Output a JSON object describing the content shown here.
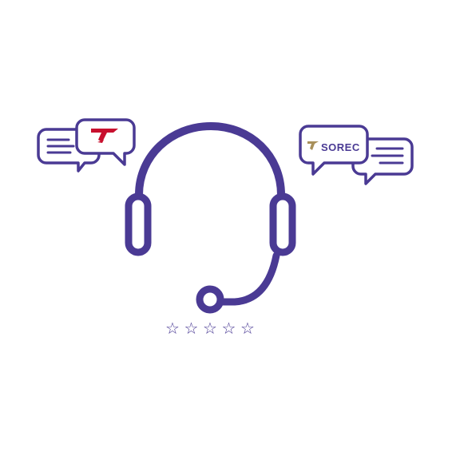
{
  "colors": {
    "primary": "#4a3a94",
    "logo_red": "#c8102e",
    "logo_gold": "#a8905a",
    "background": "#ffffff"
  },
  "left_bubble": {
    "logo_icon": "red-runner-logo-icon"
  },
  "right_bubble": {
    "logo_text": "SOREC",
    "logo_icon": "gold-horse-logo-icon"
  },
  "rating": {
    "value": 0,
    "max": 5,
    "star_glyph": "☆"
  }
}
